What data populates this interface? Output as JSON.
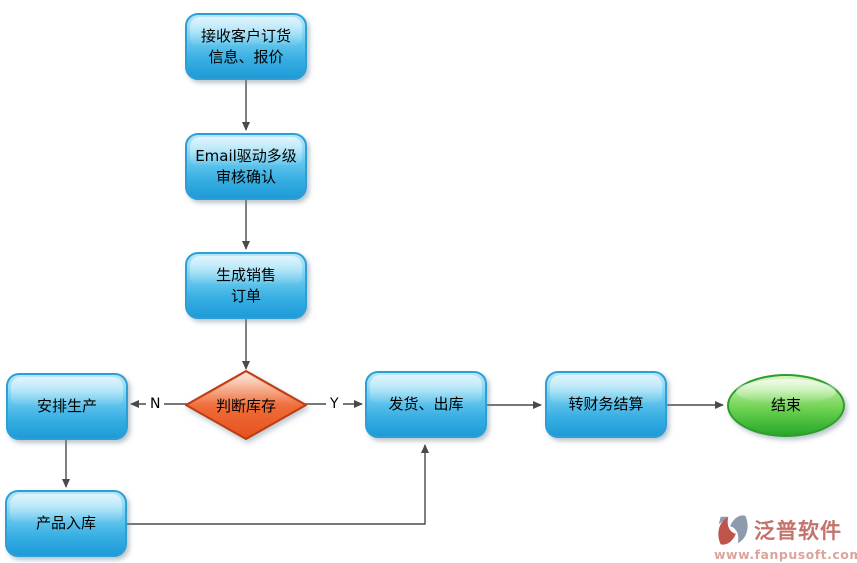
{
  "diagram": {
    "nodes": {
      "receive": {
        "label": "接收客户订货\n信息、报价",
        "type": "process"
      },
      "email_review": {
        "label": "Email驱动多级\n审核确认",
        "type": "process"
      },
      "sales_order": {
        "label": "生成销售\n订单",
        "type": "process"
      },
      "check_stock": {
        "label": "判断库存",
        "type": "decision"
      },
      "arrange_production": {
        "label": "安排生产",
        "type": "process"
      },
      "ship_out": {
        "label": "发货、出库",
        "type": "process"
      },
      "finance_settle": {
        "label": "转财务结算",
        "type": "process"
      },
      "product_in": {
        "label": "产品入库",
        "type": "process"
      },
      "end": {
        "label": "结束",
        "type": "terminator"
      }
    },
    "edge_labels": {
      "no": "N",
      "yes": "Y"
    },
    "colors": {
      "process_border": "#2d9fd4",
      "process_fill_top": "#b5e7f9",
      "process_fill_bottom": "#1f9bd7",
      "decision_border": "#bd3b15",
      "decision_fill_top": "#f9cab4",
      "decision_fill_bottom": "#e5521d",
      "terminator_border": "#2e9d2e",
      "terminator_fill_top": "#d8f5c6",
      "terminator_fill_bottom": "#2ea52c",
      "connector": "#4a4a4a",
      "brand_text": "#c4736c",
      "url_text": "#dba49c"
    }
  },
  "watermark": {
    "brand": "泛普软件",
    "url": "www.fanpusoft.com"
  }
}
